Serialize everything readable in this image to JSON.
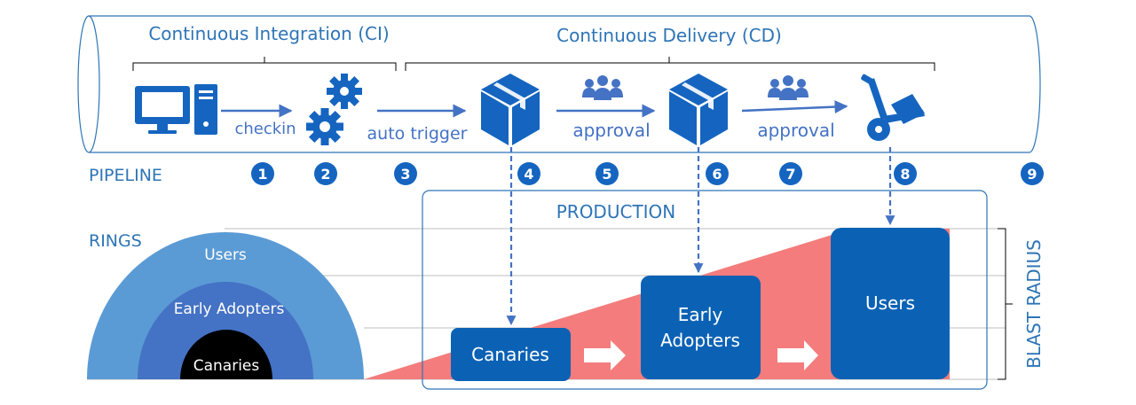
{
  "pipeline": {
    "label": "PIPELINE",
    "ci_label": "Continuous Integration (CI)",
    "cd_label": "Continuous Delivery (CD)",
    "arrows": {
      "checkin": "checkin",
      "auto_trigger": "auto trigger",
      "approval_1": "approval",
      "approval_2": "approval"
    },
    "steps": [
      "1",
      "2",
      "3",
      "4",
      "5",
      "6",
      "7",
      "8",
      "9"
    ],
    "icons": {
      "computer": "computer-icon",
      "build": "gears-icon",
      "package": "package-icon",
      "approvers": "people-icon",
      "deploy": "hand-truck-icon"
    }
  },
  "rings": {
    "label": "RINGS",
    "outer": "Users",
    "middle": "Early Adopters",
    "inner": "Canaries"
  },
  "production": {
    "label": "PRODUCTION",
    "canaries": "Canaries",
    "early_adopters_line1": "Early",
    "early_adopters_line2": "Adopters",
    "users": "Users"
  },
  "blast_radius": {
    "label": "BLAST RADIUS"
  },
  "colors": {
    "accent": "#4472c4",
    "dark_blue": "#1565c0",
    "box_blue": "#0b62b5",
    "ring_outer": "#5b9bd5",
    "ring_middle": "#4472c4",
    "ring_inner": "#000000",
    "blast": "#f47c7c"
  }
}
